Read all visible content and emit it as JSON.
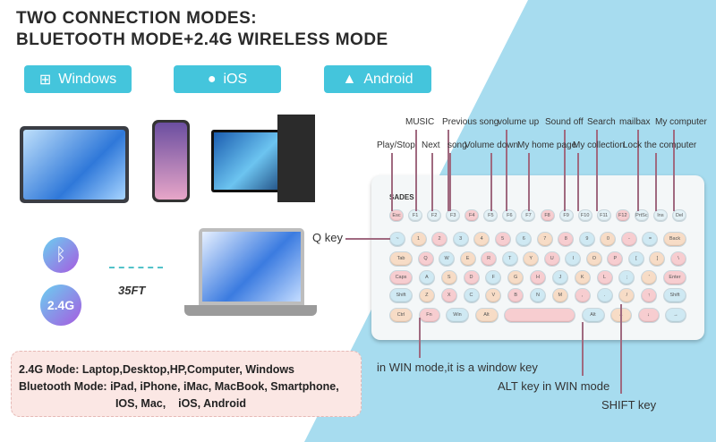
{
  "title": {
    "line1": "TWO CONNECTION MODES:",
    "line2": "BLUETOOTH MODE+2.4G WIRELESS MODE"
  },
  "os_buttons": [
    {
      "label": "Windows",
      "icon": "windows-icon"
    },
    {
      "label": "iOS",
      "icon": "apple-icon"
    },
    {
      "label": "Android",
      "icon": "android-icon"
    }
  ],
  "connection": {
    "bluetooth_icon": "bluetooth-icon",
    "wireless_label": "2.4G",
    "distance": "35FT"
  },
  "modes": {
    "line1": "2.4G Mode: Laptop,Desktop,HP,Computer, Windows",
    "line2": "Bluetooth Mode: iPad, iPhone, iMac, MacBook, Smartphone,",
    "line3": "IOS, Mac,    iOS, Android"
  },
  "top_labels": [
    "MUSIC",
    "Previous song",
    "volume up",
    "Sound off",
    "Search",
    "mailbax",
    "My computer"
  ],
  "second_labels": [
    "Play/Stop",
    "Next",
    "song",
    "Volume down",
    "My home page",
    "My collection",
    "Lock the computer"
  ],
  "callouts": {
    "q_key": "Q key",
    "win_key": "in WIN mode,it is a window key",
    "alt_key": "ALT key in WIN mode",
    "shift_key": "SHIFT key"
  },
  "keyboard": {
    "brand": "SADES",
    "rows": [
      [
        "Esc",
        "F1",
        "F2",
        "F3",
        "F4",
        "F5",
        "F6",
        "F7",
        "F8",
        "F9",
        "F10",
        "F11",
        "F12",
        "PrtSc",
        "Ins",
        "Del"
      ],
      [
        "~",
        "1",
        "2",
        "3",
        "4",
        "5",
        "6",
        "7",
        "8",
        "9",
        "0",
        "-",
        "=",
        "Back"
      ],
      [
        "Tab",
        "Q",
        "W",
        "E",
        "R",
        "T",
        "Y",
        "U",
        "I",
        "O",
        "P",
        "[",
        "]",
        "\\"
      ],
      [
        "Caps",
        "A",
        "S",
        "D",
        "F",
        "G",
        "H",
        "J",
        "K",
        "L",
        ";",
        "'",
        "Enter"
      ],
      [
        "Shift",
        "Z",
        "X",
        "C",
        "V",
        "B",
        "N",
        "M",
        ",",
        ".",
        "/",
        "↑",
        "Shift"
      ],
      [
        "Ctrl",
        "Fn",
        "Win",
        "Alt",
        "",
        "Alt",
        "←",
        "↓",
        "→"
      ]
    ]
  },
  "colors": {
    "accent": "#44c5dc",
    "blue_bg": "#a7dcef",
    "key_blue": "#cfe9f3",
    "key_pink": "#f7cdd0",
    "key_peach": "#f7dcc6"
  }
}
